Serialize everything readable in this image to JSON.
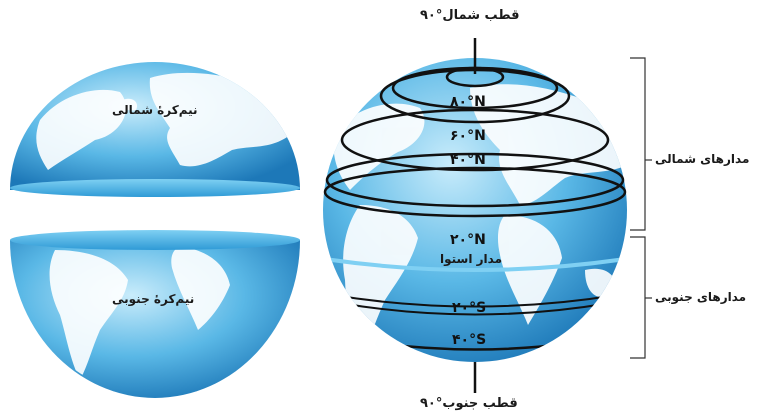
{
  "poles": {
    "north": "قطب شمال°۹۰",
    "south": "قطب جنوب°۹۰"
  },
  "hemispheres": {
    "northern": "نیم‌کرهٔ شمالی",
    "southern": "نیم‌کرهٔ جنوبی"
  },
  "latitudes": {
    "n80": "۸۰°N",
    "n60": "۶۰°N",
    "n40": "۴۰°N",
    "n20": "۲۰°N",
    "equator": "مدار استوا",
    "s20": "۲۰°S",
    "s40": "۴۰°S"
  },
  "groups": {
    "northern_parallels": "مدارهای شمالی",
    "southern_parallels": "مدارهای جنوبی"
  },
  "colors": {
    "ocean_light": "#bfe3f6",
    "ocean_mid": "#4fb0e2",
    "ocean_dark": "#1e7fc0",
    "land": "#ffffff",
    "line": "#111111"
  }
}
